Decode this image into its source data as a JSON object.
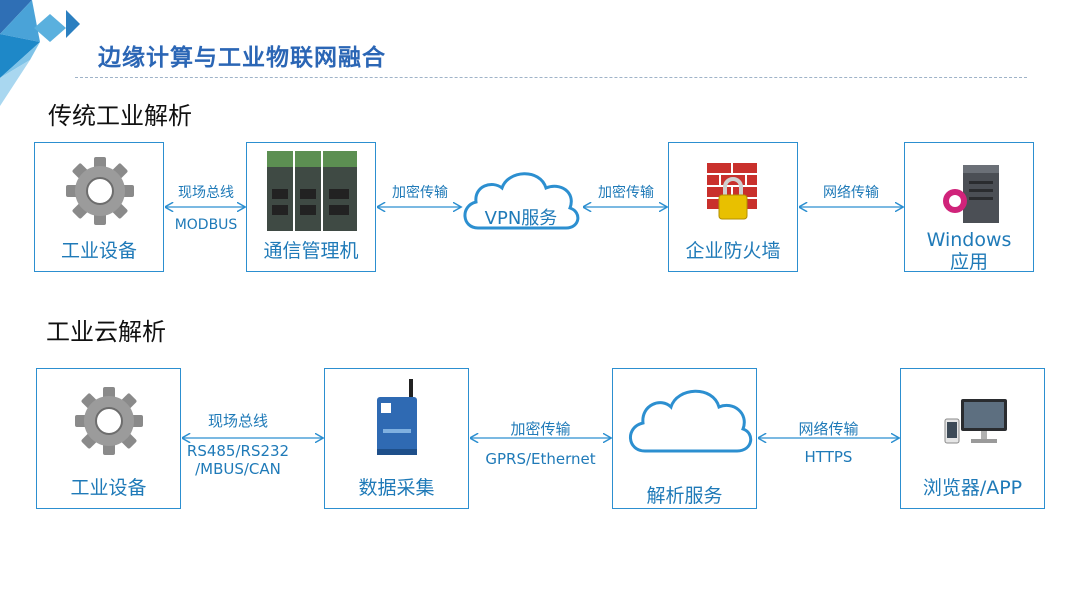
{
  "header": {
    "title": "边缘计算与工业物联网融合"
  },
  "sections": [
    {
      "title": "传统工业解析",
      "nodes": [
        {
          "label": "工业设备",
          "icon": "gear-icon"
        },
        {
          "label": "通信管理机",
          "icon": "communication-manager-icon"
        },
        {
          "label": "VPN服务",
          "icon": "cloud-icon"
        },
        {
          "label": "企业防火墙",
          "icon": "firewall-icon"
        },
        {
          "label": "Windows\n应用",
          "icon": "windows-server-icon"
        }
      ],
      "connectors": [
        {
          "top": "现场总线",
          "bottom": "MODBUS"
        },
        {
          "top": "加密传输",
          "bottom": ""
        },
        {
          "top": "加密传输",
          "bottom": ""
        },
        {
          "top": "网络传输",
          "bottom": ""
        }
      ]
    },
    {
      "title": "工业云解析",
      "nodes": [
        {
          "label": "工业设备",
          "icon": "gear-icon"
        },
        {
          "label": "数据采集",
          "icon": "data-acquisition-device-icon"
        },
        {
          "label": "解析服务",
          "icon": "cloud-icon"
        },
        {
          "label": "浏览器/APP",
          "icon": "monitor-phone-icon"
        }
      ],
      "connectors": [
        {
          "top": "现场总线",
          "bottom": "RS485/RS232\n/MBUS/CAN"
        },
        {
          "top": "加密传输",
          "bottom": "GPRS/Ethernet"
        },
        {
          "top": "网络传输",
          "bottom": "HTTPS"
        }
      ]
    }
  ],
  "colors": {
    "accent": "#2c8fd0",
    "title": "#2b66b5",
    "text": "#1f7ab8",
    "firewall": "#c9302c",
    "lock": "#e8c000"
  }
}
